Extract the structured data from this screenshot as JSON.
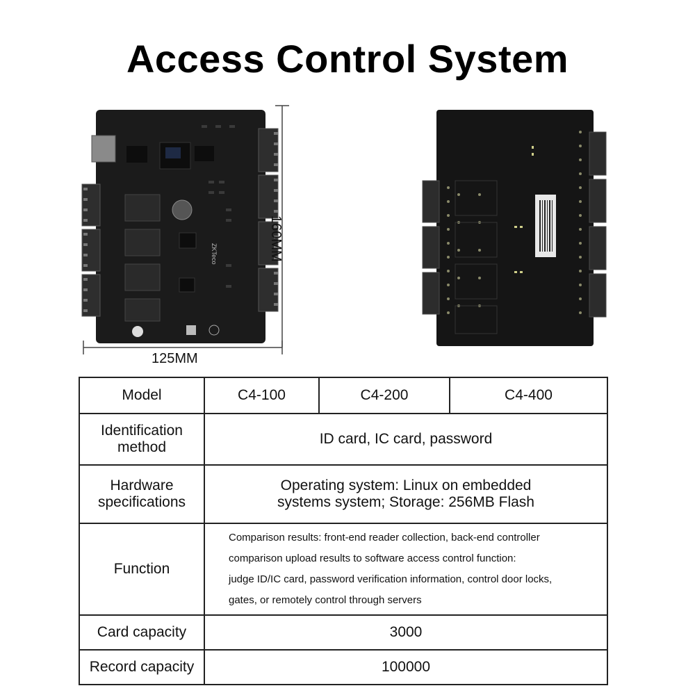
{
  "title": "Access Control System",
  "dimensions": {
    "width": "125MM",
    "height": "160MM"
  },
  "images": {
    "front": "front-board-photo",
    "back": "back-board-photo"
  },
  "board_marking": "ZKTeco",
  "table": {
    "header": {
      "label": "Model",
      "models": [
        "C4-100",
        "C4-200",
        "C4-400"
      ]
    },
    "rows": [
      {
        "label": "Identification\nmethod",
        "value": "ID card, IC card, password"
      },
      {
        "label": "Hardware\nspecifications",
        "value": "Operating system: Linux on embedded\nsystems system; Storage: 256MB Flash"
      },
      {
        "label": "Function",
        "value": "Comparison results: front-end reader collection, back-end controller\ncomparison upload results to software access control  function:\njudge ID/IC card, password  verification information, control door locks,\ngates, or remotely control through servers"
      },
      {
        "label": "Card capacity",
        "value": "3000"
      },
      {
        "label": "Record capacity",
        "value": "100000"
      }
    ]
  },
  "colors": {
    "board": "#1a1a1a",
    "terminal": "#2b2b2b",
    "text": "#111111",
    "border": "#222222"
  }
}
